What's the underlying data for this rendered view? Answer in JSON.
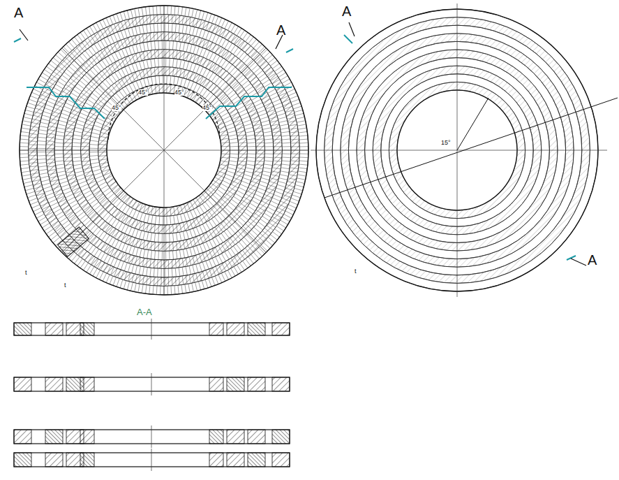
{
  "diagram": {
    "labels": [
      "A",
      "A",
      "A",
      "A",
      "A-A",
      "45°",
      "45°",
      "45°",
      "45°",
      "15°",
      "t",
      "t",
      "t"
    ]
  }
}
